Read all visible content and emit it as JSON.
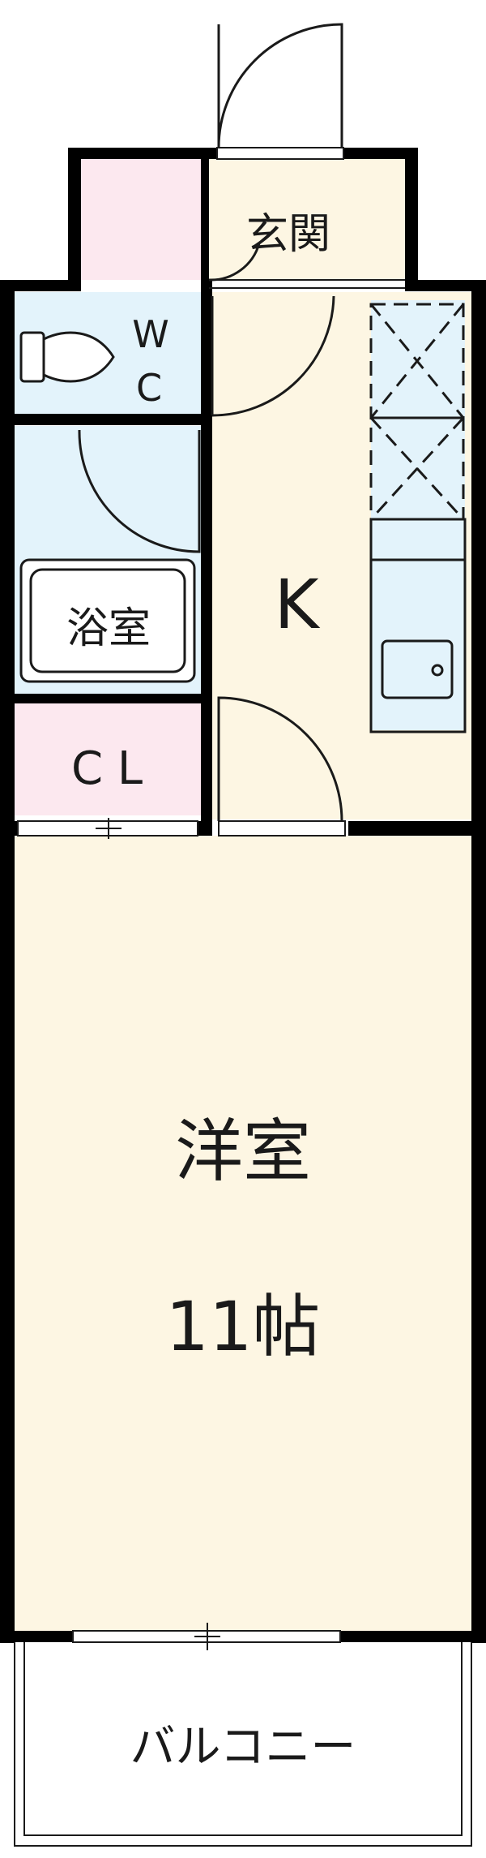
{
  "colors": {
    "wall": "#000000",
    "room_cream": "#fdf6e3",
    "room_blue": "#e3f3fb",
    "room_pink": "#fce8ef",
    "balcony": "#ffffff",
    "line": "#1a1a1a"
  },
  "rooms": {
    "entrance": "玄関",
    "wc_top": "W",
    "wc_bottom": "C",
    "bath": "浴室",
    "kitchen": "K",
    "closet": "C L",
    "western_room": "洋室",
    "western_room_size": "11帖",
    "balcony": "バルコニー"
  },
  "icons": [
    "toilet-icon",
    "bathtub-icon",
    "stove-icon",
    "sink-icon",
    "refrigerator-space-icon",
    "washing-machine-space-icon",
    "door-swing-icon"
  ]
}
